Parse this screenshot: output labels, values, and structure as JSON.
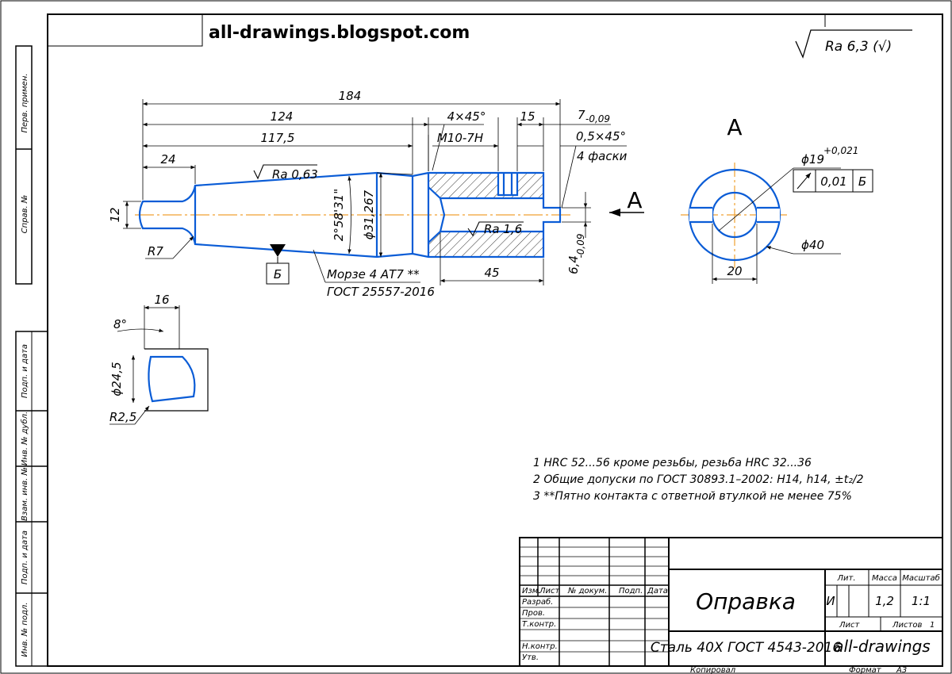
{
  "header": {
    "site": "all-drawings.blogspot.com",
    "roughness": "Ra 6,3 (√)"
  },
  "side_labels": [
    "Перв. примен.",
    "Справ. №",
    "Подп. и дата",
    "Инв. № дубл.",
    "Взам. инв. №",
    "Подп. и дата",
    "Инв. № подл."
  ],
  "dims": {
    "d184": "184",
    "d124": "124",
    "d117": "117,5",
    "d24": "24",
    "chamfer1": "4×45°",
    "d15": "15",
    "d7": "7",
    "d7tol": "-0,09",
    "chamfer2": "0,5×45°",
    "chamfers": "4 фаски",
    "thread": "M10-7H",
    "ra063": "Ra 0,63",
    "ra16": "Ra 1,6",
    "d12": "12",
    "r7": "R7",
    "angle": "2°58'31\"",
    "d31": "ϕ31,267",
    "d45": "45",
    "d64": "6,4",
    "d64tol": "-0,09",
    "datum": "Б",
    "morse": "Морзе 4 АТ7 **",
    "gost": "ГОСТ 25557-2016",
    "view": "А",
    "d16": "16",
    "a8": "8°",
    "d245": "ϕ24,5",
    "r25": "R2,5"
  },
  "section": {
    "label": "А",
    "d19": "ϕ19",
    "d19tol": "+0,021",
    "tol_val": "0,01",
    "tol_ref": "Б",
    "d40": "ϕ40",
    "d20": "20"
  },
  "notes": [
    "1 HRC 52...56 кроме резьбы, резьба HRC 32...36",
    "2 Общие допуски по ГОСТ 30893.1–2002: H14, h14, ±t₂/2",
    "3 **Пятно контакта с ответной втулкой не менее 75%"
  ],
  "title_block": {
    "col_headers": [
      "Изм.",
      "Лист",
      "№ докум.",
      "Подп.",
      "Дата"
    ],
    "rows": [
      "Разраб.",
      "Пров.",
      "Т.контр.",
      "",
      "Н.контр.",
      "Утв."
    ],
    "title": "Оправка",
    "material": "Сталь 40Х ГОСТ 4543-2016",
    "org": "all-drawings",
    "lit_label": "Лит.",
    "mass_label": "Масса",
    "scale_label": "Масштаб",
    "lit": "И",
    "mass": "1,2",
    "scale": "1:1",
    "sheet_label": "Лист",
    "sheets_label": "Листов",
    "sheets": "1",
    "copied": "Копировал",
    "format_label": "Формат",
    "format": "А3"
  },
  "colors": {
    "part": "#0a5cd6",
    "axis": "#f0a030",
    "line": "#000000"
  }
}
